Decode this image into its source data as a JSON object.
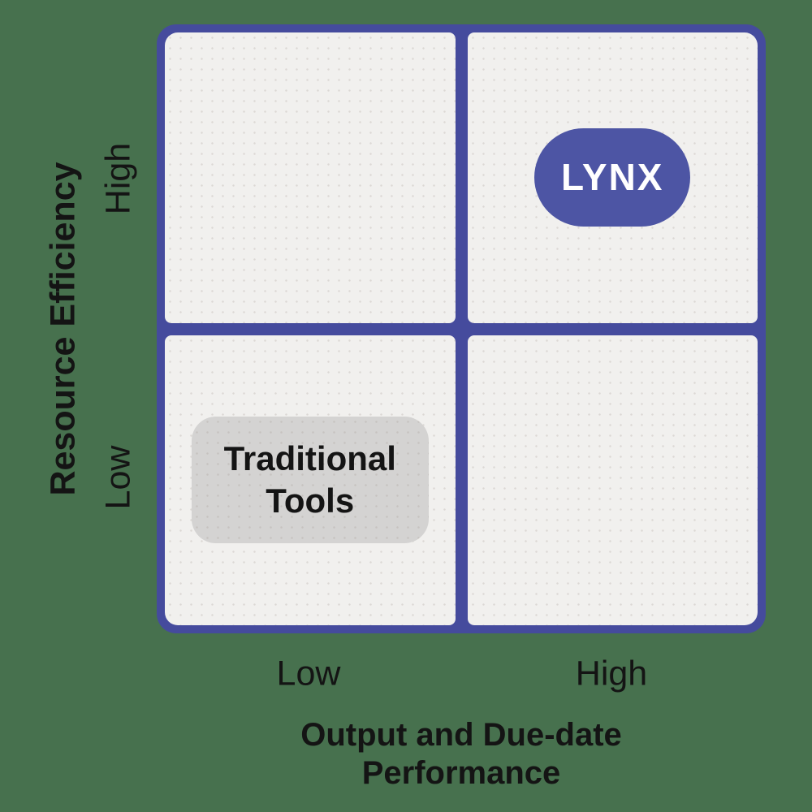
{
  "canvas": {
    "background_color": "#47714E"
  },
  "matrix": {
    "type": "quadrant-matrix",
    "border_color": "#454B9D",
    "cell_background": "#F1F0EE",
    "quadrants": [
      {
        "position": "top-left",
        "label": ""
      },
      {
        "position": "top-right",
        "label": "LYNX",
        "marker_color": "#4D55A4",
        "marker_text_color": "#FFFFFF"
      },
      {
        "position": "bottom-left",
        "label": "Traditional Tools",
        "marker_color": "#D4D3D2",
        "marker_text_color": "#141414"
      },
      {
        "position": "bottom-right",
        "label": ""
      }
    ]
  },
  "y_axis": {
    "title": "Resource Efficiency",
    "ticks": [
      "High",
      "Low"
    ]
  },
  "x_axis": {
    "title": "Output and Due-date Performance",
    "ticks": [
      "Low",
      "High"
    ]
  },
  "colors": {
    "text": "#141414"
  }
}
